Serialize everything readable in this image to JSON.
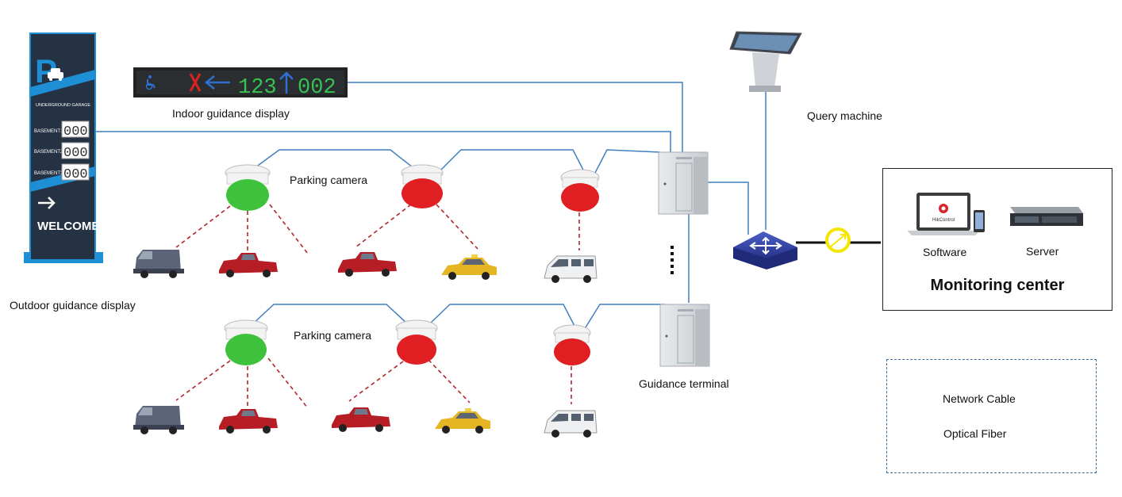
{
  "labels": {
    "outdoor_display": "Outdoor guidance display",
    "indoor_display": "Indoor guidance display",
    "parking_camera_top": "Parking camera",
    "parking_camera_bottom": "Parking camera",
    "guidance_terminal": "Guidance terminal",
    "query_machine": "Query machine"
  },
  "outdoor_sign": {
    "letter": "P",
    "header": "UNDERGROUND GARAGE",
    "rows": [
      {
        "label": "BASEMENT1",
        "value": "000"
      },
      {
        "label": "BASEMENT2",
        "value": "000"
      },
      {
        "label": "BASEMENT3",
        "value": "000"
      }
    ],
    "footer": "WELCOME"
  },
  "indoor_sign": {
    "left_count": "123",
    "right_count": "002"
  },
  "monitoring_center": {
    "title": "Monitoring center",
    "software_label": "Software",
    "server_label": "Server",
    "software_brand": "HikControl"
  },
  "legend": {
    "network_cable": "Network Cable",
    "optical_fiber": "Optical Fiber"
  },
  "colors": {
    "network_cable": "#3f7fc0",
    "optical_fiber": "#111111",
    "fiber_coupler": "#f5e600",
    "wireless_link": "#b0262b",
    "camera_free": "#3fc23b",
    "camera_occupied": "#e01f23",
    "sign_blue": "#1e8fd4",
    "sign_dark": "#253243"
  }
}
